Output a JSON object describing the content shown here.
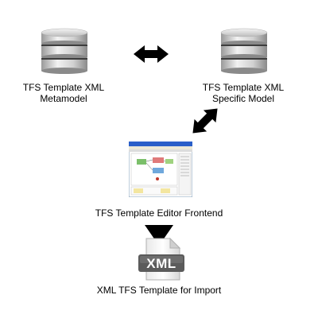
{
  "nodes": {
    "metamodel": {
      "line1": "TFS Template XML",
      "line2": "Metamodel",
      "icon": "database-icon"
    },
    "specific_model": {
      "line1": "TFS Template XML",
      "line2": "Specific Model",
      "icon": "database-icon"
    },
    "editor": {
      "label": "TFS Template Editor Frontend",
      "icon": "editor-screenshot"
    },
    "xml_template": {
      "label": "XML TFS Template for Import",
      "icon_text": "XML",
      "icon": "xml-file-icon"
    }
  },
  "arrows": [
    {
      "from": "metamodel",
      "to": "specific_model",
      "style": "double-headed"
    },
    {
      "from": "specific_model",
      "to": "editor",
      "style": "double-headed"
    },
    {
      "from": "editor",
      "to": "xml_template",
      "style": "single-headed-down"
    }
  ],
  "colors": {
    "arrow": "#000000",
    "db_body": "#c8c8c8",
    "db_band": "#4a4a4a",
    "xml_badge": "#5b5b5b"
  }
}
